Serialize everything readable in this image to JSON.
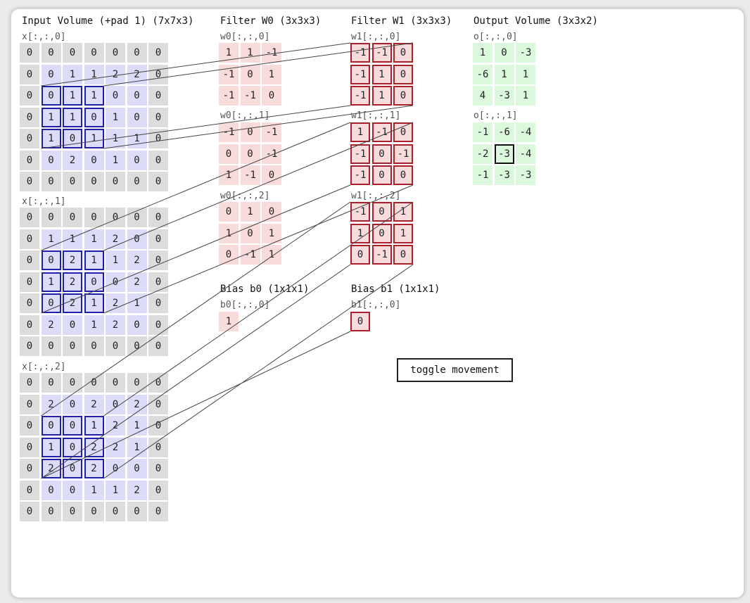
{
  "titles": {
    "input": "Input Volume (+pad 1) (7x7x3)",
    "w0": "Filter W0 (3x3x3)",
    "w1": "Filter W1 (3x3x3)",
    "output": "Output Volume (3x3x2)",
    "b0": "Bias b0 (1x1x1)",
    "b1": "Bias b1 (1x1x1)"
  },
  "input": {
    "labels": [
      "x[:,:,0]",
      "x[:,:,1]",
      "x[:,:,2]"
    ],
    "slices": [
      [
        [
          0,
          0,
          0,
          0,
          0,
          0,
          0
        ],
        [
          0,
          0,
          1,
          1,
          2,
          2,
          0
        ],
        [
          0,
          0,
          1,
          1,
          0,
          0,
          0
        ],
        [
          0,
          1,
          1,
          0,
          1,
          0,
          0
        ],
        [
          0,
          1,
          0,
          1,
          1,
          1,
          0
        ],
        [
          0,
          0,
          2,
          0,
          1,
          0,
          0
        ],
        [
          0,
          0,
          0,
          0,
          0,
          0,
          0
        ]
      ],
      [
        [
          0,
          0,
          0,
          0,
          0,
          0,
          0
        ],
        [
          0,
          1,
          1,
          1,
          2,
          0,
          0
        ],
        [
          0,
          0,
          2,
          1,
          1,
          2,
          0
        ],
        [
          0,
          1,
          2,
          0,
          0,
          2,
          0
        ],
        [
          0,
          0,
          2,
          1,
          2,
          1,
          0
        ],
        [
          0,
          2,
          0,
          1,
          2,
          0,
          0
        ],
        [
          0,
          0,
          0,
          0,
          0,
          0,
          0
        ]
      ],
      [
        [
          0,
          0,
          0,
          0,
          0,
          0,
          0
        ],
        [
          0,
          2,
          0,
          2,
          0,
          2,
          0
        ],
        [
          0,
          0,
          0,
          1,
          2,
          1,
          0
        ],
        [
          0,
          1,
          0,
          2,
          2,
          1,
          0
        ],
        [
          0,
          2,
          0,
          2,
          0,
          0,
          0
        ],
        [
          0,
          0,
          0,
          1,
          1,
          2,
          0
        ],
        [
          0,
          0,
          0,
          0,
          0,
          0,
          0
        ]
      ]
    ]
  },
  "w0": {
    "labels": [
      "w0[:,:,0]",
      "w0[:,:,1]",
      "w0[:,:,2]"
    ],
    "slices": [
      [
        [
          1,
          1,
          -1
        ],
        [
          -1,
          0,
          1
        ],
        [
          -1,
          -1,
          0
        ]
      ],
      [
        [
          -1,
          0,
          -1
        ],
        [
          0,
          0,
          -1
        ],
        [
          1,
          -1,
          0
        ]
      ],
      [
        [
          0,
          1,
          0
        ],
        [
          1,
          0,
          1
        ],
        [
          0,
          -1,
          1
        ]
      ]
    ]
  },
  "w1": {
    "labels": [
      "w1[:,:,0]",
      "w1[:,:,1]",
      "w1[:,:,2]"
    ],
    "slices": [
      [
        [
          -1,
          -1,
          0
        ],
        [
          -1,
          1,
          0
        ],
        [
          -1,
          1,
          0
        ]
      ],
      [
        [
          1,
          -1,
          0
        ],
        [
          -1,
          0,
          -1
        ],
        [
          -1,
          0,
          0
        ]
      ],
      [
        [
          -1,
          0,
          1
        ],
        [
          1,
          0,
          1
        ],
        [
          0,
          -1,
          0
        ]
      ]
    ]
  },
  "b0": {
    "label": "b0[:,:,0]",
    "value": 1
  },
  "b1": {
    "label": "b1[:,:,0]",
    "value": 0
  },
  "output": {
    "labels": [
      "o[:,:,0]",
      "o[:,:,1]"
    ],
    "slices": [
      [
        [
          1,
          0,
          -3
        ],
        [
          -6,
          1,
          1
        ],
        [
          4,
          -3,
          1
        ]
      ],
      [
        [
          -1,
          -6,
          -4
        ],
        [
          -2,
          -3,
          -4
        ],
        [
          -1,
          -3,
          -3
        ]
      ]
    ]
  },
  "highlight": {
    "input_row": 2,
    "input_col": 2,
    "filter": 1,
    "output_row": 1,
    "output_col": 1
  },
  "toggle_label": "toggle movement",
  "colors": {
    "pad": "#dcdcdc",
    "input": "#dcdcf8",
    "weight": "#f8dcdc",
    "output": "#dcf8dc",
    "highlight_input": "#1f1fa8",
    "highlight_filter": "#a8202a",
    "highlight_output": "#111111"
  }
}
